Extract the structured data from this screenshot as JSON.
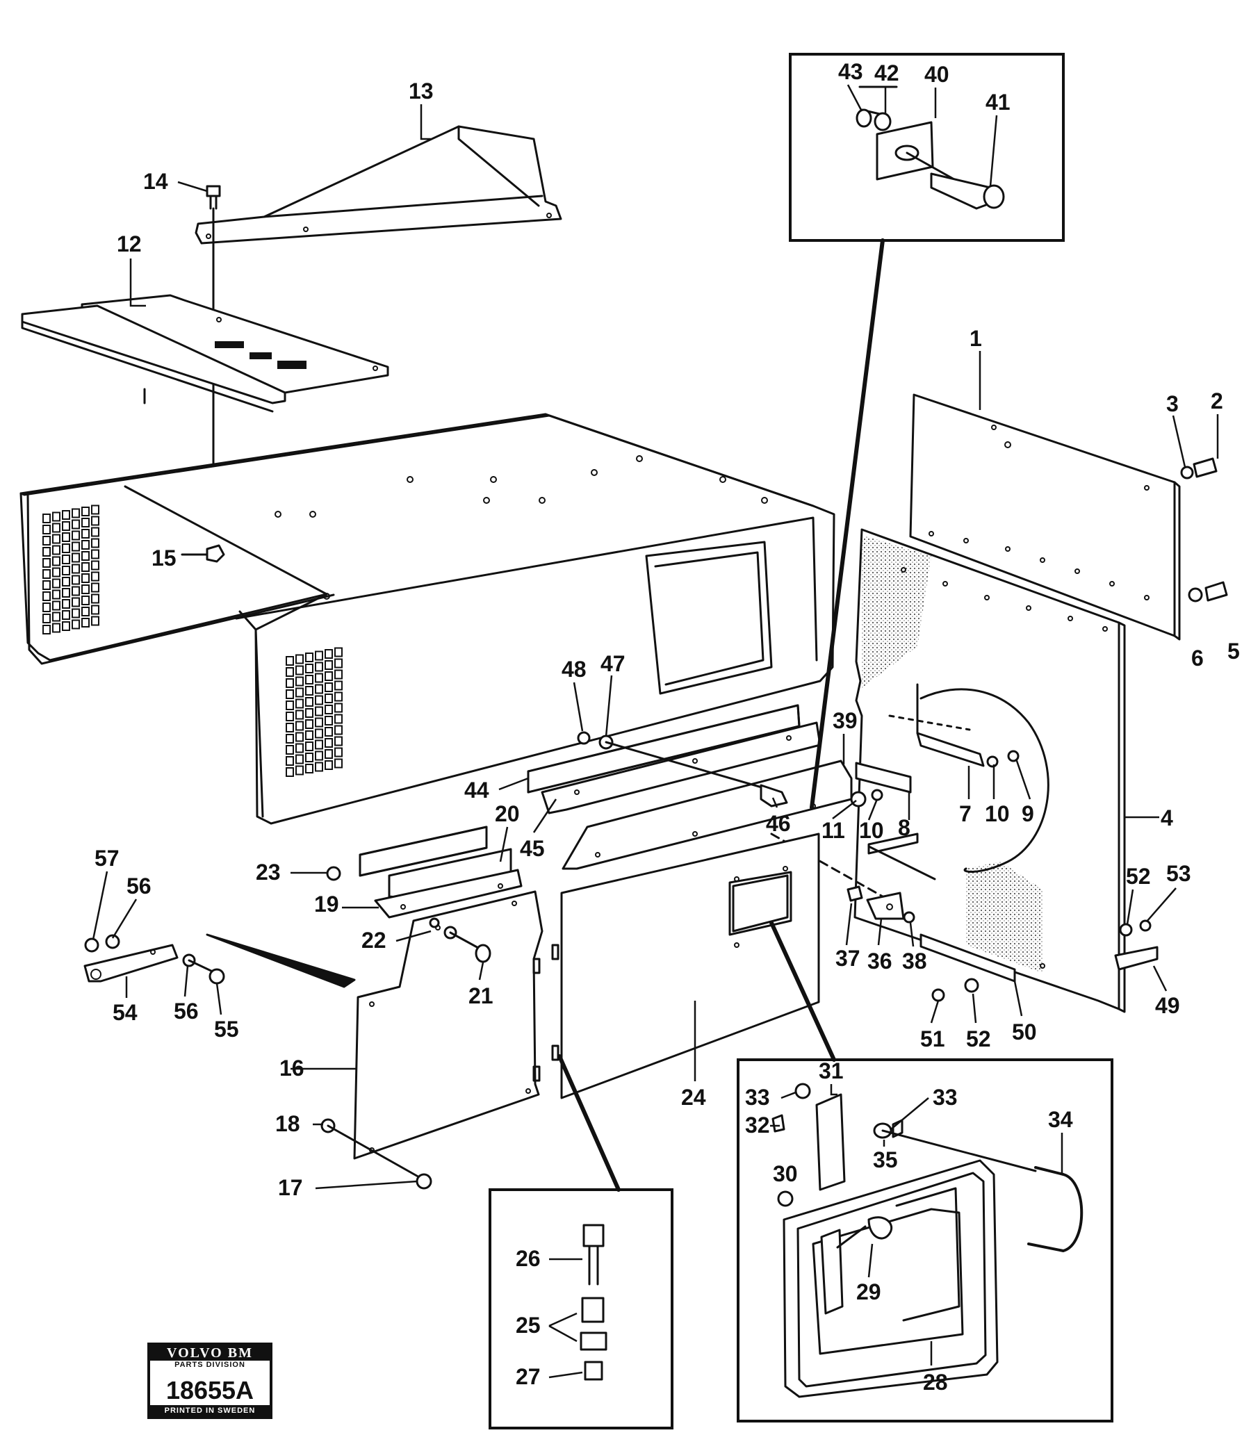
{
  "stamp": {
    "brand": "VOLVO BM",
    "division": "PARTS DIVISION",
    "number": "18655A",
    "origin": "PRINTED IN SWEDEN"
  },
  "callouts": {
    "c1": "1",
    "c2": "2",
    "c3": "3",
    "c4": "4",
    "c5": "5",
    "c6": "6",
    "c7": "7",
    "c8": "8",
    "c9": "9",
    "c10a": "10",
    "c10b": "10",
    "c11": "11",
    "c12": "12",
    "c13": "13",
    "c14": "14",
    "c15": "15",
    "c16": "16",
    "c17": "17",
    "c18": "18",
    "c19": "19",
    "c20": "20",
    "c21": "21",
    "c22": "22",
    "c23": "23",
    "c24": "24",
    "c25": "25",
    "c26": "26",
    "c27": "27",
    "c28": "28",
    "c29": "29",
    "c30": "30",
    "c31": "31",
    "c32": "32",
    "c33a": "33",
    "c33b": "33",
    "c34": "34",
    "c35": "35",
    "c36": "36",
    "c37": "37",
    "c38": "38",
    "c39": "39",
    "c40": "40",
    "c41": "41",
    "c42": "42",
    "c43": "43",
    "c44": "44",
    "c45": "45",
    "c46": "46",
    "c47": "47",
    "c48": "48",
    "c49": "49",
    "c50": "50",
    "c51": "51",
    "c52a": "52",
    "c52b": "52",
    "c53": "53",
    "c54": "54",
    "c55": "55",
    "c56a": "56",
    "c56b": "56",
    "c57": "57"
  }
}
